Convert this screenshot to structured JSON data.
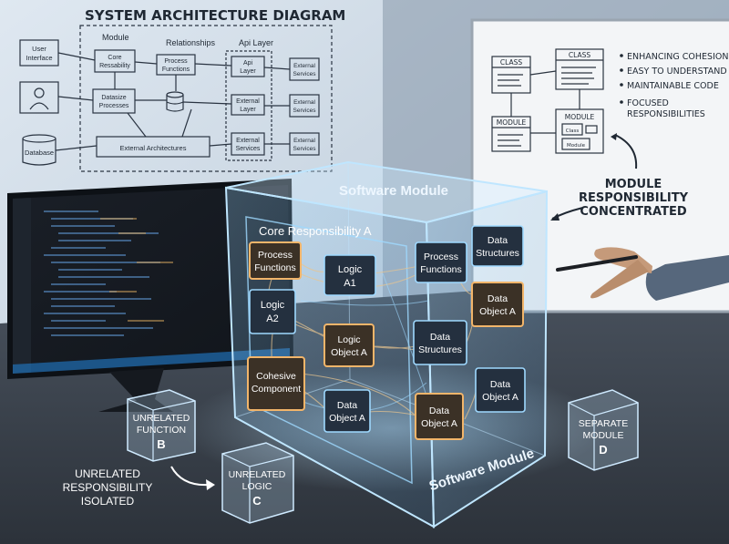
{
  "diagram": {
    "title": "SYSTEM ARCHITECTURE DIAGRAM",
    "module_header": "Module",
    "relationships_header": "Relationships",
    "api_header": "Api Layer",
    "user_interface": [
      "User",
      "Interface"
    ],
    "database": "Database",
    "core_ressability": [
      "Core",
      "Ressability"
    ],
    "process_functions": [
      "Process",
      "Functions"
    ],
    "api_layer": [
      "Api",
      "Layer"
    ],
    "external_services": [
      "External",
      "Services"
    ],
    "datasize_processes": [
      "Datasize",
      "Processes"
    ],
    "external_layer": [
      "External",
      "Layer"
    ],
    "external_architectures": "External Architectures"
  },
  "whiteboard": {
    "class_1": "CLASS",
    "class_2": "CLASS",
    "module_1": "MODULE",
    "module_2": "MODULE",
    "class_small": "Class",
    "module_small": "Module",
    "bullets": [
      "ENHANCING COHESION",
      "EASY TO UNDERSTAND",
      "MAINTAINABLE CODE"
    ],
    "focused": [
      "FOCUSED",
      "RESPONSIBILITIES"
    ],
    "note": [
      "MODULE",
      "RESPONSIBILITY",
      "CONCENTRATED"
    ]
  },
  "cube": {
    "top_label": "Software Module",
    "bottom_label": "Software Module",
    "core_label": "Core Responsibility A",
    "left_face": {
      "process_functions": [
        "Process",
        "Functions"
      ],
      "logic_a1": [
        "Logic",
        "A1"
      ],
      "logic_a2": [
        "Logic",
        "A2"
      ],
      "logic_object_a": [
        "Logic",
        "Object A"
      ],
      "cohesive_component": [
        "Cohesive",
        "Component"
      ],
      "data_object_a": [
        "Data",
        "Object A"
      ]
    },
    "right_face": {
      "process_functions": [
        "Process",
        "Functions"
      ],
      "data_structures_top": [
        "Data",
        "Structures"
      ],
      "data_object_a_mid": [
        "Data",
        "Object A"
      ],
      "data_structures_mid": [
        "Data",
        "Structures"
      ],
      "data_object_a_low": [
        "Data",
        "Object A"
      ],
      "data_object_a_right": [
        "Data",
        "Object A"
      ]
    }
  },
  "small_cubes": {
    "function_b": [
      "UNRELATED",
      "FUNCTION",
      "B"
    ],
    "logic_c": [
      "UNRELATED",
      "LOGIC",
      "C"
    ],
    "module_d": [
      "SEPARATE",
      "MODULE",
      "D"
    ]
  },
  "caption": [
    "UNRELATED",
    "RESPONSIBILITY",
    "ISOLATED"
  ],
  "colors": {
    "glow": "#8fd3ff",
    "orange": "#e8a25a",
    "wall": "#c9d7e4",
    "desk": "#3a4350"
  }
}
